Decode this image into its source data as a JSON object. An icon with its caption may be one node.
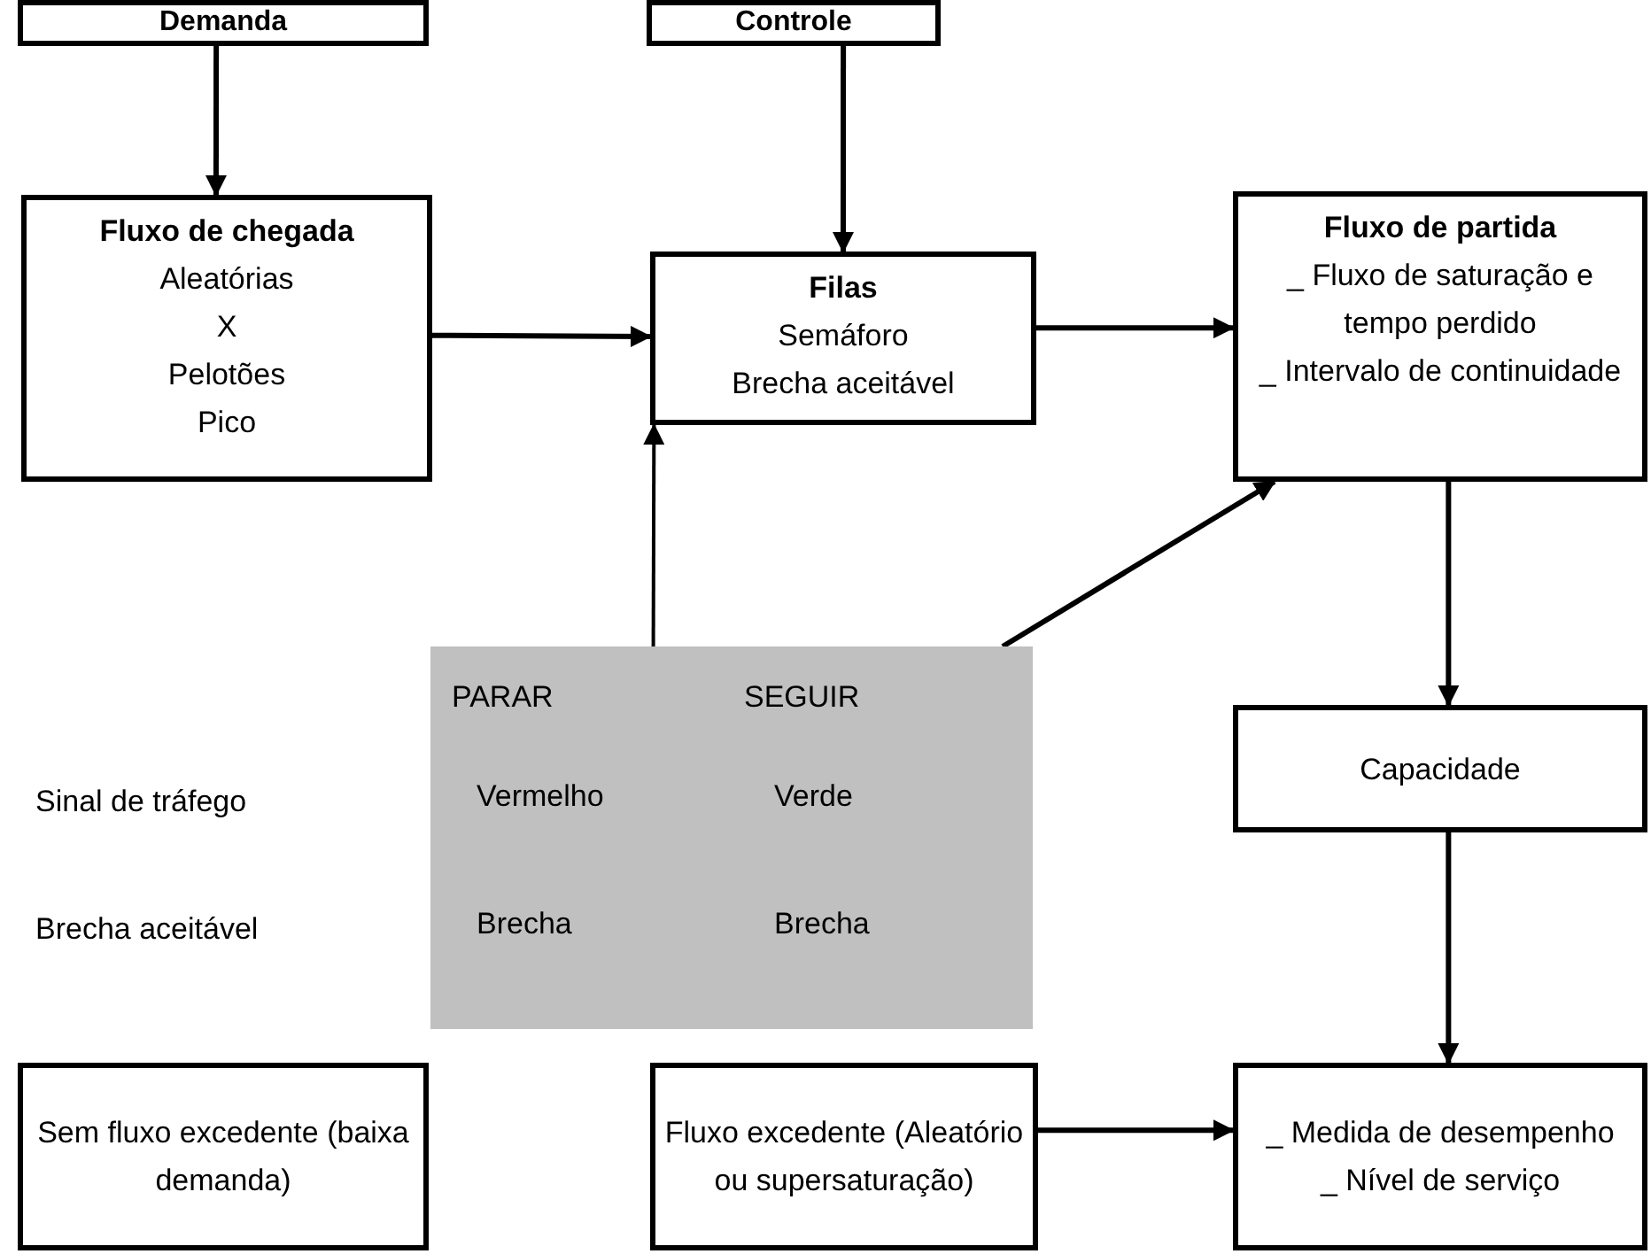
{
  "diagram": {
    "nodes": [
      {
        "text": [
          "Demanda"
        ]
      },
      {
        "text": [
          "Controle"
        ]
      },
      {
        "text": [
          "Fluxo de chegada",
          "Aleatórias",
          "X",
          "Pelotões",
          "Pico"
        ]
      },
      {
        "text": [
          "Filas",
          "Semáforo",
          "Brecha aceitável"
        ]
      },
      {
        "text": [
          "Fluxo  de partida",
          "_ Fluxo de saturação e tempo perdido",
          "_ Intervalo de continuidade"
        ]
      },
      {
        "text": [
          "PARAR",
          "SEGUIR",
          "Vermelho",
          "Verde",
          "Brecha",
          "Brecha"
        ]
      },
      {
        "text": [
          "Capacidade"
        ]
      },
      {
        "text": [
          "Sem fluxo excedente (baixa demanda)"
        ]
      },
      {
        "text": [
          "Fluxo excedente (Aleatório ou supersaturação)"
        ]
      },
      {
        "text": [
          "_ Medida de desempenho",
          "_ Nível de serviço"
        ]
      }
    ],
    "edges": [
      {
        "from": 0,
        "to": 2,
        "arrow": "to"
      },
      {
        "from": 1,
        "to": 3,
        "arrow": "to"
      },
      {
        "from": 2,
        "to": 3,
        "arrow": "to"
      },
      {
        "from": 3,
        "to": 4,
        "arrow": "to"
      },
      {
        "from": 5,
        "to": 3,
        "arrow": "to"
      },
      {
        "from": 5,
        "to": 4,
        "arrow": "to"
      },
      {
        "from": 4,
        "to": 6,
        "arrow": "to"
      },
      {
        "from": 6,
        "to": 9,
        "arrow": "to"
      },
      {
        "from": 8,
        "to": 9,
        "arrow": "to"
      }
    ],
    "labels": [
      "Sinal de tráfego",
      "Brecha aceitável"
    ]
  }
}
